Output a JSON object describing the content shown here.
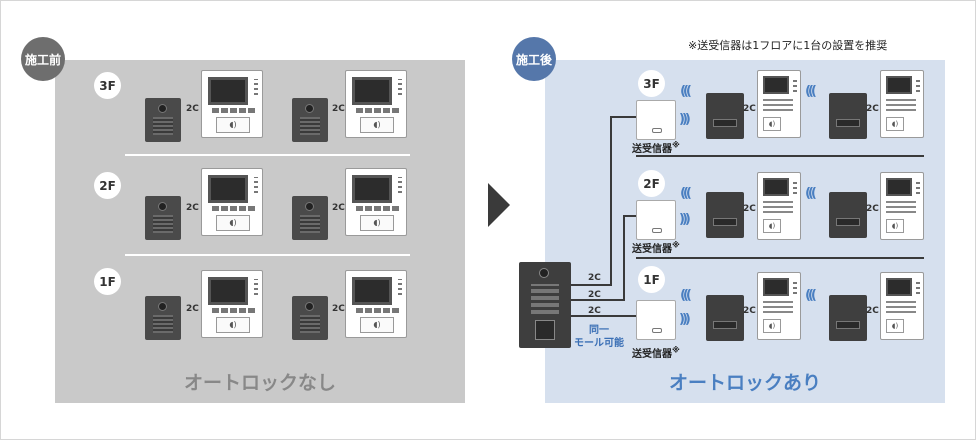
{
  "before": {
    "badge": "施工前",
    "caption": "オートロックなし",
    "floors": [
      "3F",
      "2F",
      "1F"
    ],
    "wire_label": "2C"
  },
  "after": {
    "badge": "施工後",
    "caption": "オートロックあり",
    "floors": [
      "3F",
      "2F",
      "1F"
    ],
    "wire_label": "2C",
    "transmitter_label": "送受信器",
    "transmitter_mark": "※",
    "same_mall_line1": "同一",
    "same_mall_line2": "モール可能"
  },
  "note": "※送受信器は1フロアに1台の設置を推奨",
  "colors": {
    "before_bg": "#c9c9c9",
    "after_bg": "#d6e0ee",
    "before_badge": "#6e6e6e",
    "after_badge": "#5577aa",
    "accent": "#4a7fc1"
  },
  "icons": [
    "right-arrow-icon",
    "wireless-signal-icon",
    "nfc-card-icon"
  ]
}
